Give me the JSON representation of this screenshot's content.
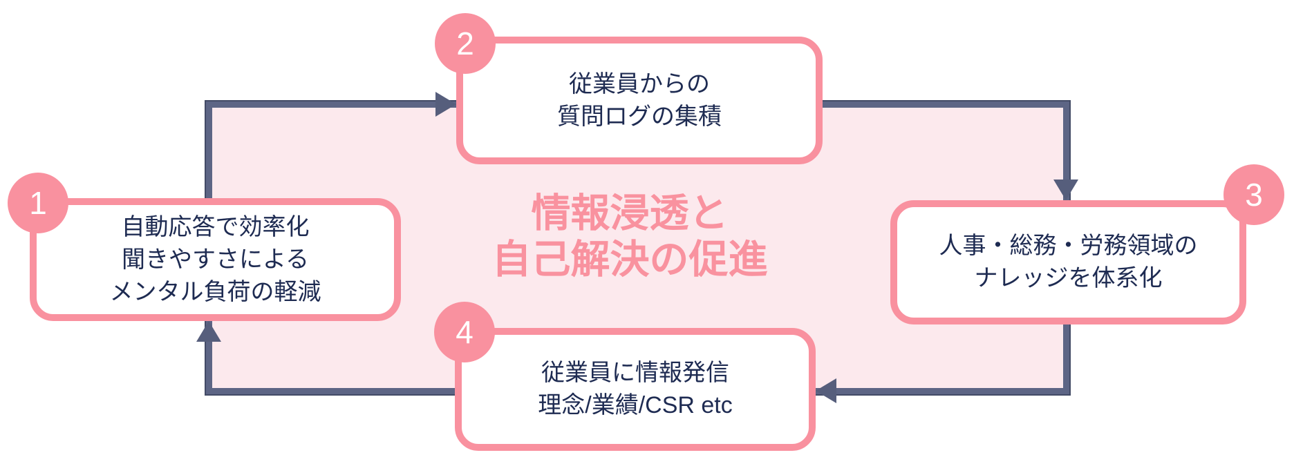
{
  "title": {
    "line1": "情報浸透と",
    "line2": "自己解決の促進"
  },
  "steps": [
    {
      "number": "1",
      "position": "left",
      "lines": [
        "自動応答で効率化",
        "聞きやすさによる",
        "メンタル負荷の軽減"
      ]
    },
    {
      "number": "2",
      "position": "top",
      "lines": [
        "従業員からの",
        "質問ログの集積"
      ]
    },
    {
      "number": "3",
      "position": "right",
      "lines": [
        "人事・総務・労務領域の",
        "ナレッジを体系化"
      ]
    },
    {
      "number": "4",
      "position": "bottom",
      "lines": [
        "従業員に情報発信",
        "理念/業績/CSR etc"
      ]
    }
  ],
  "flow": [
    "1→2",
    "2→3",
    "3→4",
    "4→1"
  ],
  "colors": {
    "accent_pink": "#f9919f",
    "pale_pink_fill": "#fce9ed",
    "navy_text": "#1e2b52",
    "slate_arrow": "#5d6585",
    "slate_arrow_edge": "#434b66",
    "box_background": "#ffffff",
    "circle_number_text": "#ffffff"
  }
}
